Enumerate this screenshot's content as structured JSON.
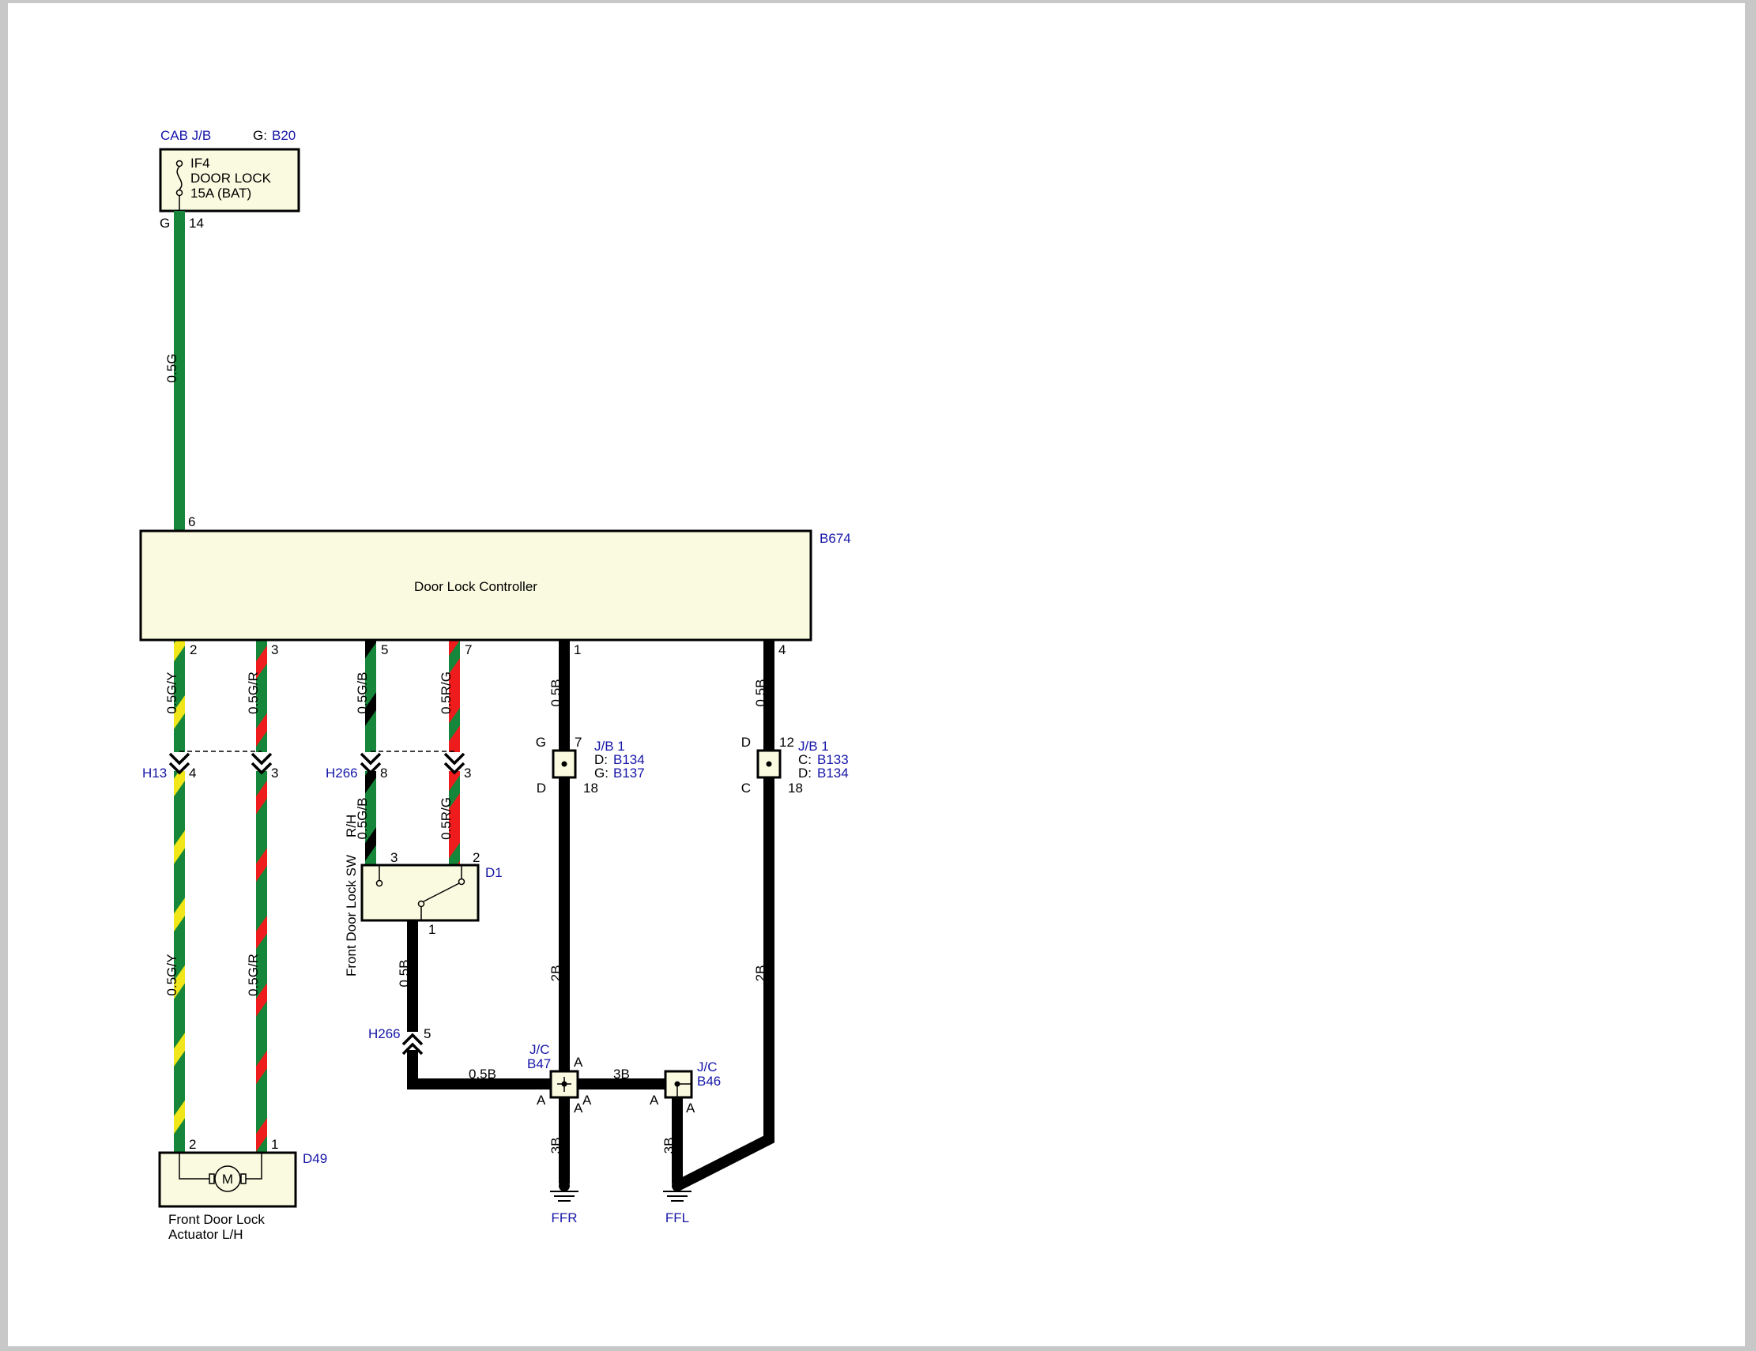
{
  "fuse_box": {
    "name": "CAB J/B",
    "conn_prefix": "G:",
    "conn": "B20",
    "fuse_id": "IF4",
    "fuse_name": "DOOR LOCK",
    "fuse_rating": "15A (BAT)",
    "pin_letter": "G",
    "pin": "14"
  },
  "controller": {
    "name": "Door Lock Controller",
    "conn": "B674",
    "pin_power": "6"
  },
  "wires": {
    "w_power": "0.5G",
    "w_p2": "0.5G/Y",
    "w_p3": "0.5G/R",
    "w_p5": "0.5G/B",
    "w_p7": "0.5R/G",
    "w_p1": "0.5B",
    "w_p4": "0.5B",
    "w_h13_4": "0.5G/Y",
    "w_h13_3": "0.5G/R",
    "w_h266_8": "0.5G/B",
    "w_h266_3": "0.5R/G",
    "w_d1_1": "0.5B",
    "w_jb1a_down": "2B",
    "w_jb1b_down": "2B",
    "w_h266_5_jc": "0.5B",
    "w_jc_jc": "3B",
    "w_b47_gnd": "3B",
    "w_b46_gnd": "3B"
  },
  "controller_pins": {
    "p2": "2",
    "p3": "3",
    "p5": "5",
    "p7": "7",
    "p1": "1",
    "p4": "4"
  },
  "connectors": {
    "h13": {
      "name": "H13",
      "pin_a": "4",
      "pin_b": "3"
    },
    "h266_top": {
      "name": "H266",
      "pin_a": "8",
      "pin_b": "3"
    },
    "h266_bottom": {
      "name": "H266",
      "pin": "5"
    }
  },
  "jb1_left": {
    "name": "J/B 1",
    "top_letter": "G",
    "top_pin": "7",
    "bottom_letter": "D",
    "bottom_pin": "18",
    "conn1_prefix": "D:",
    "conn1": "B134",
    "conn2_prefix": "G:",
    "conn2": "B137"
  },
  "jb1_right": {
    "name": "J/B 1",
    "top_letter": "D",
    "top_pin": "12",
    "bottom_letter": "C",
    "bottom_pin": "18",
    "conn1_prefix": "C:",
    "conn1": "B133",
    "conn2_prefix": "D:",
    "conn2": "B134"
  },
  "switch": {
    "name": "Front Door Lock SW",
    "side": "R/H",
    "conn": "D1",
    "pin_a": "3",
    "pin_b": "2",
    "pin_out": "1"
  },
  "actuator": {
    "name_line1": "Front Door Lock",
    "name_line2": "Actuator L/H",
    "conn": "D49",
    "pin_a": "2",
    "pin_b": "1",
    "motor_symbol": "M"
  },
  "jc_b47": {
    "name": "J/C",
    "conn": "B47",
    "pin_top": "A",
    "pin_left": "A",
    "pin_right": "A",
    "pin_bottom": "A"
  },
  "jc_b46": {
    "name": "J/C",
    "conn": "B46",
    "pin_left": "A",
    "pin_bottom": "A"
  },
  "grounds": {
    "g1": "FFR",
    "g2": "FFL"
  },
  "colors": {
    "green": "#16873a",
    "yellow": "#f0e61a",
    "red": "#ee1c1c",
    "black": "#000000",
    "component_fill": "#fafae0",
    "label_blue": "#1515a8"
  }
}
